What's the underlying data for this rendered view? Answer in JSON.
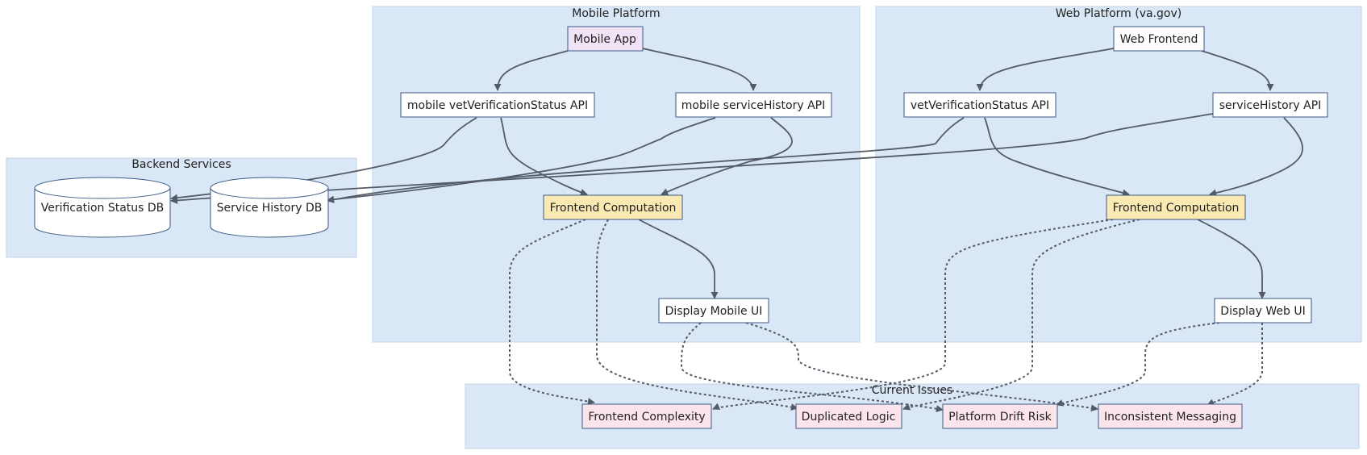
{
  "colors": {
    "cluster_fill": "#d9e7f6",
    "node_default": "#ffffff",
    "node_app": "#efe3f5",
    "node_computation": "#fbe9b3",
    "node_issue": "#fbe5ea",
    "edge": "#545a66",
    "node_border": "#3b5a87"
  },
  "clusters": {
    "backend": "Backend Services",
    "mobile": "Mobile Platform",
    "web": "Web Platform (va.gov)",
    "issues": "Current Issues"
  },
  "nodes": {
    "verification_db": "Verification Status DB",
    "service_db": "Service History DB",
    "mobile_app": "Mobile App",
    "mobile_vet_api": "mobile vetVerificationStatus API",
    "mobile_sh_api": "mobile serviceHistory API",
    "mobile_compute": "Frontend Computation",
    "mobile_ui": "Display Mobile UI",
    "web_frontend": "Web Frontend",
    "web_vet_api": "vetVerificationStatus API",
    "web_sh_api": "serviceHistory API",
    "web_compute": "Frontend Computation",
    "web_ui": "Display Web UI",
    "issue_complexity": "Frontend Complexity",
    "issue_duplicated": "Duplicated Logic",
    "issue_drift": "Platform Drift Risk",
    "issue_messaging": "Inconsistent Messaging"
  }
}
